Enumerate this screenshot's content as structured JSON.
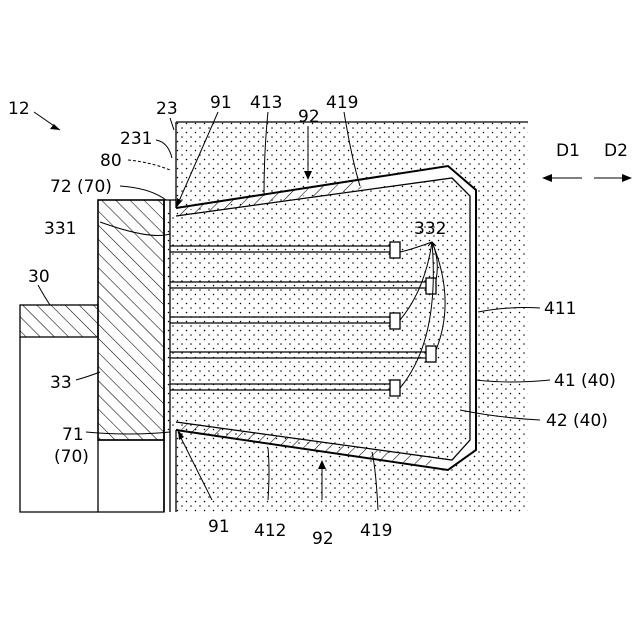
{
  "figure": {
    "ref_12": "12",
    "ref_23": "23",
    "ref_231": "231",
    "ref_80": "80",
    "ref_72": "72 (70)",
    "ref_331": "331",
    "ref_30": "30",
    "ref_33": "33",
    "ref_71": "71",
    "ref_71b": "(70)",
    "ref_91_top": "91",
    "ref_413": "413",
    "ref_92_top": "92",
    "ref_419_top": "419",
    "ref_d1": "D1",
    "ref_d2": "D2",
    "ref_332": "332",
    "ref_411": "411",
    "ref_41": "41 (40)",
    "ref_42": "42 (40)",
    "ref_91_bottom": "91",
    "ref_412": "412",
    "ref_92_bottom": "92",
    "ref_419_bottom": "419"
  }
}
